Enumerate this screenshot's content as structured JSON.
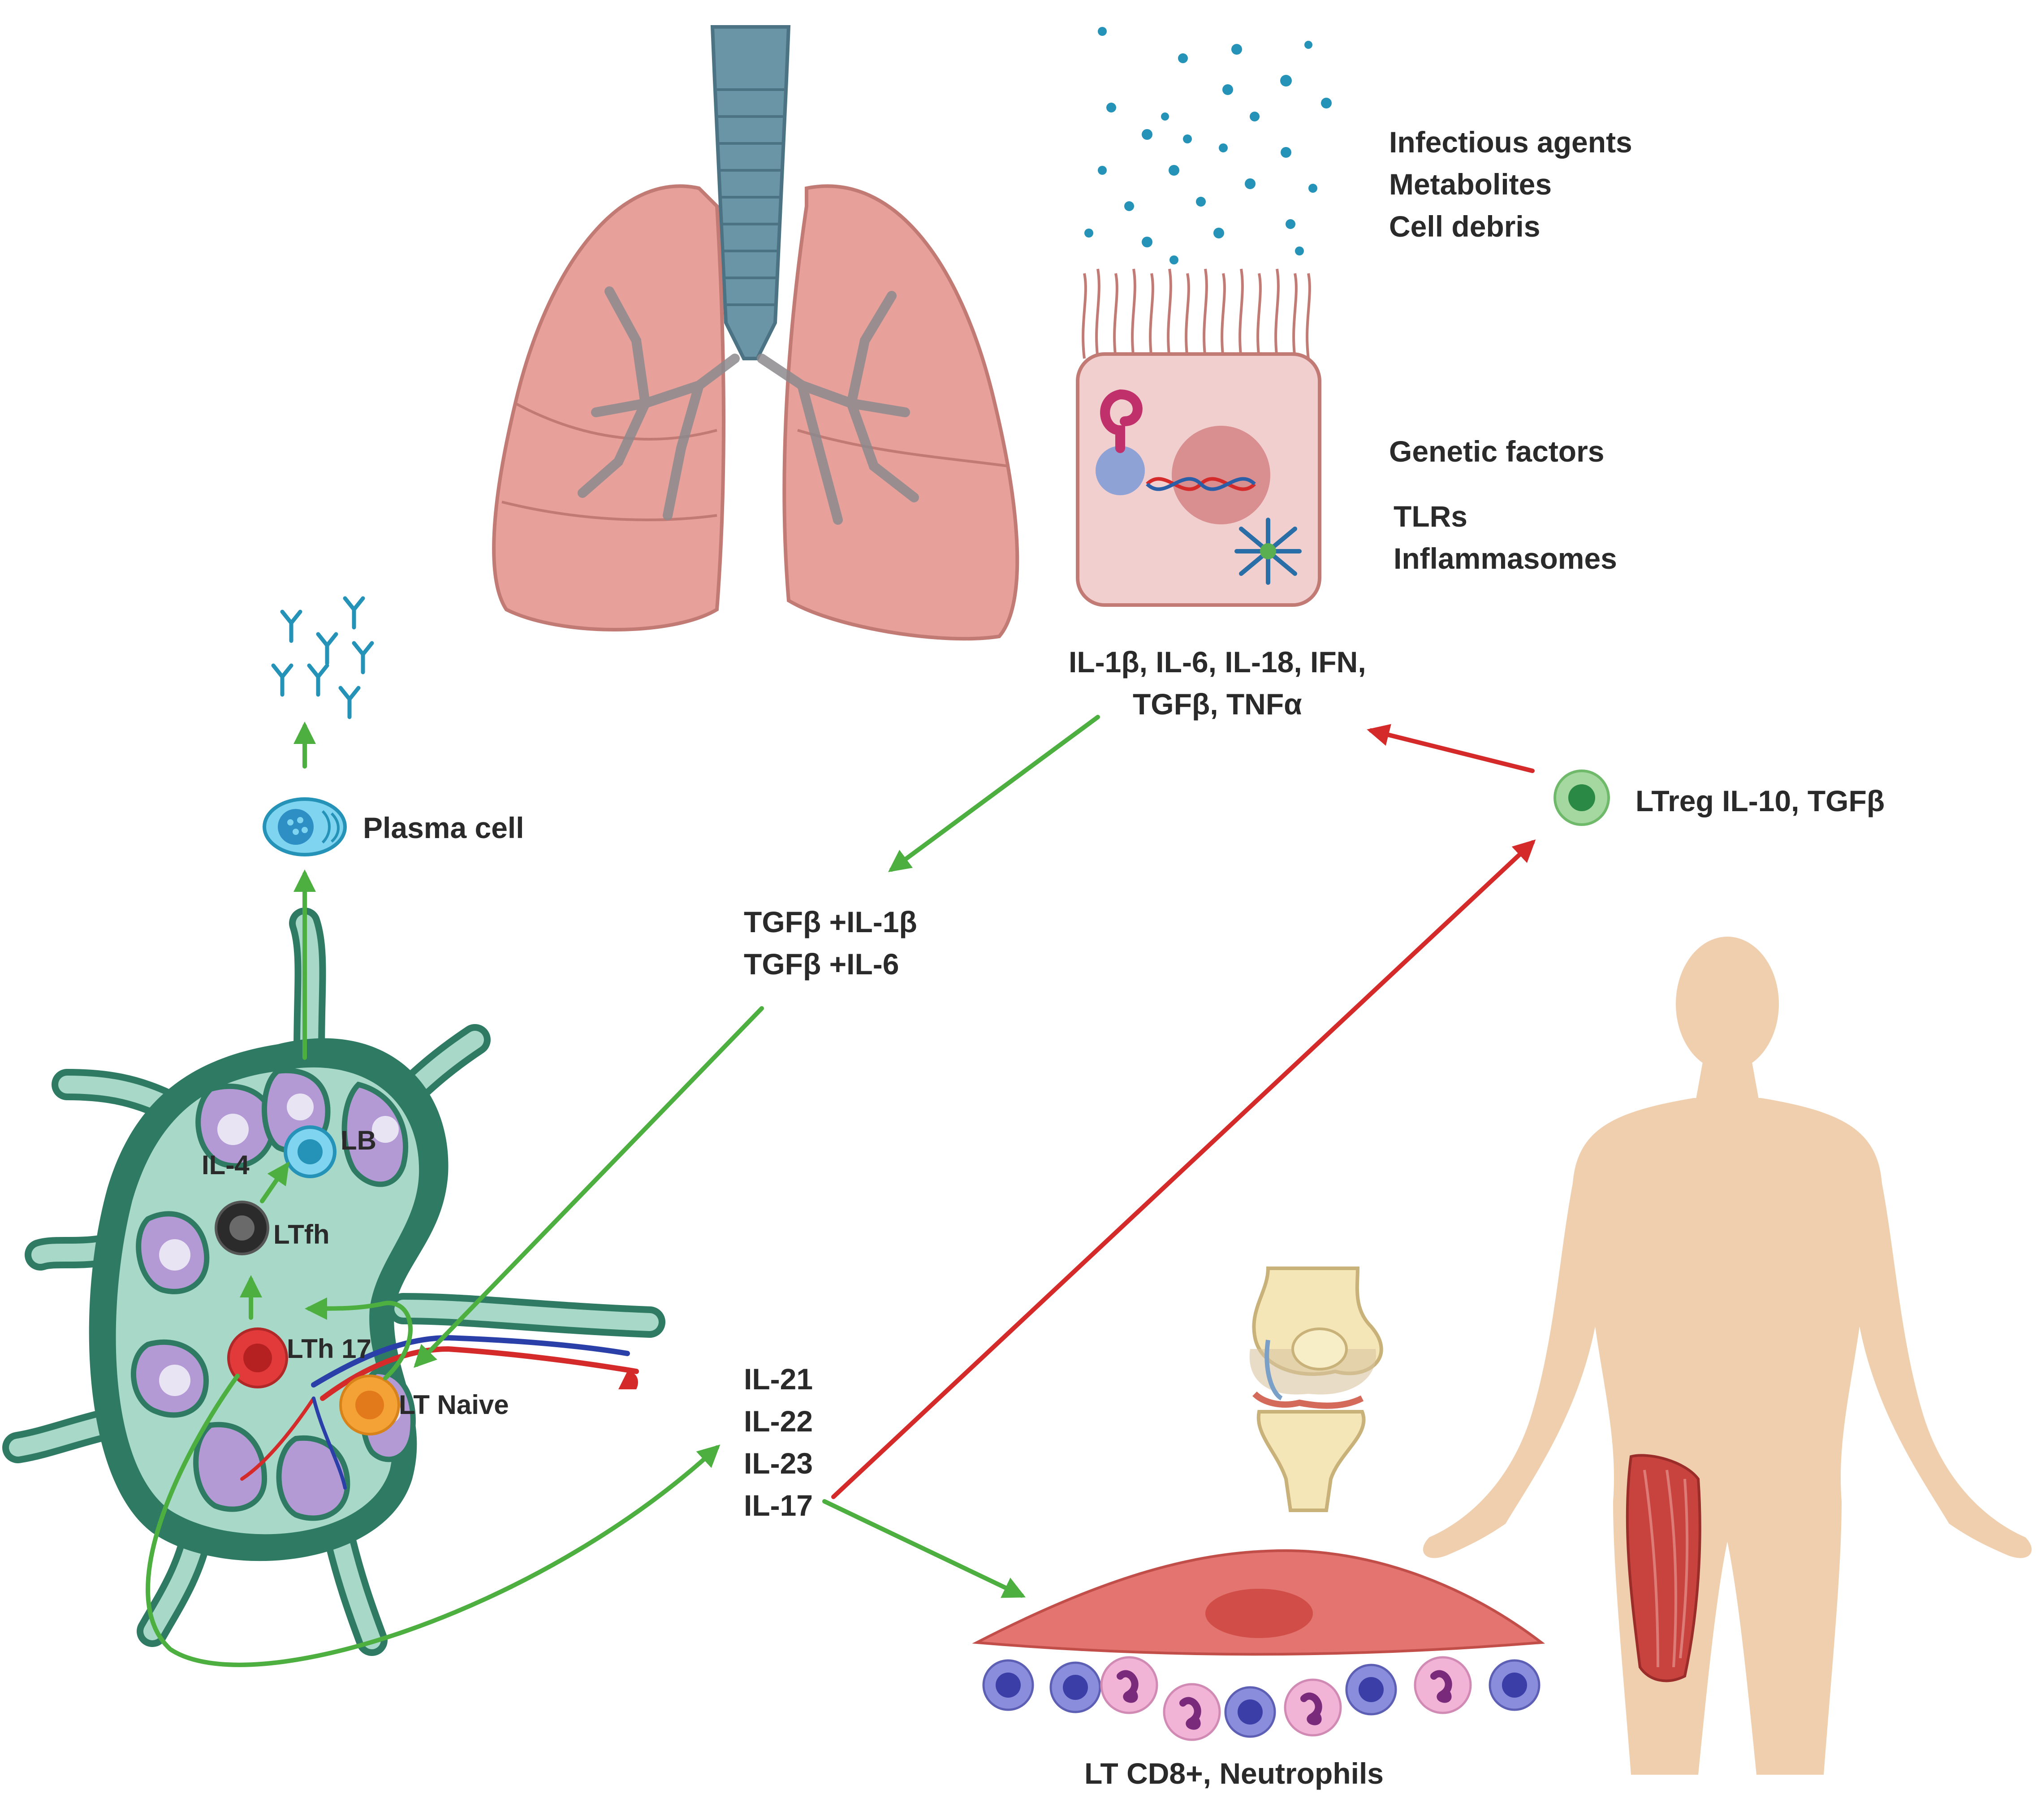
{
  "triggers": [
    "Infectious agents",
    "Metabolites",
    "Cell debris"
  ],
  "genetic_factors": "Genetic factors",
  "receptors": [
    "TLRs",
    "Inflammasomes"
  ],
  "cytokines_top": [
    "IL-1β, IL-6, IL-18, IFN,",
    "TGFβ, TNFα"
  ],
  "treg": "LTreg IL-10, TGFβ",
  "plasma_cell": "Plasma cell",
  "differentiation": [
    "TGFβ +IL-1β",
    "TGFβ +IL-6"
  ],
  "th17_cytokines": [
    "IL-21",
    "IL-22",
    "IL-23",
    "IL-17"
  ],
  "effectors": "LT CD8+, Neutrophils",
  "lymph_node_cells": {
    "il4": "IL-4",
    "lb": "LB",
    "ltfh": "LTfh",
    "lth17": "LTh 17",
    "lt_naive": "LT Naive"
  },
  "colors": {
    "activation_arrow": "#4caf3f",
    "inhibition_arrow": "#d42a2a",
    "lung": "#e8a09a",
    "trachea": "#6a95a6",
    "lymph_node": "#2f7a62",
    "skin": "#f0cfae"
  }
}
